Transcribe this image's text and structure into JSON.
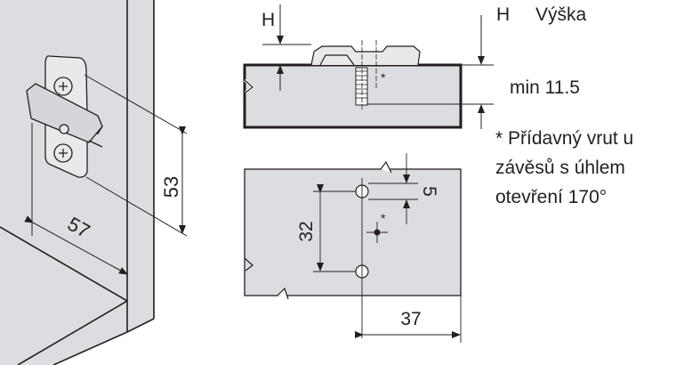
{
  "dimensions": {
    "hinge_height": "53",
    "hinge_offset": "57",
    "height_symbol": "H",
    "hole_spacing": "32",
    "hole_offset": "5",
    "edge_distance": "37",
    "screw_marker": "*"
  },
  "legend": {
    "h_symbol": "H",
    "h_label": "Výška",
    "min_thickness": "min 11.5",
    "note_line1": "* Přídavný vrut u",
    "note_line2": "závěsů s úhlem",
    "note_line3": "otevření 170°"
  },
  "colors": {
    "panel": "#dcdde0",
    "line": "#231f20"
  }
}
